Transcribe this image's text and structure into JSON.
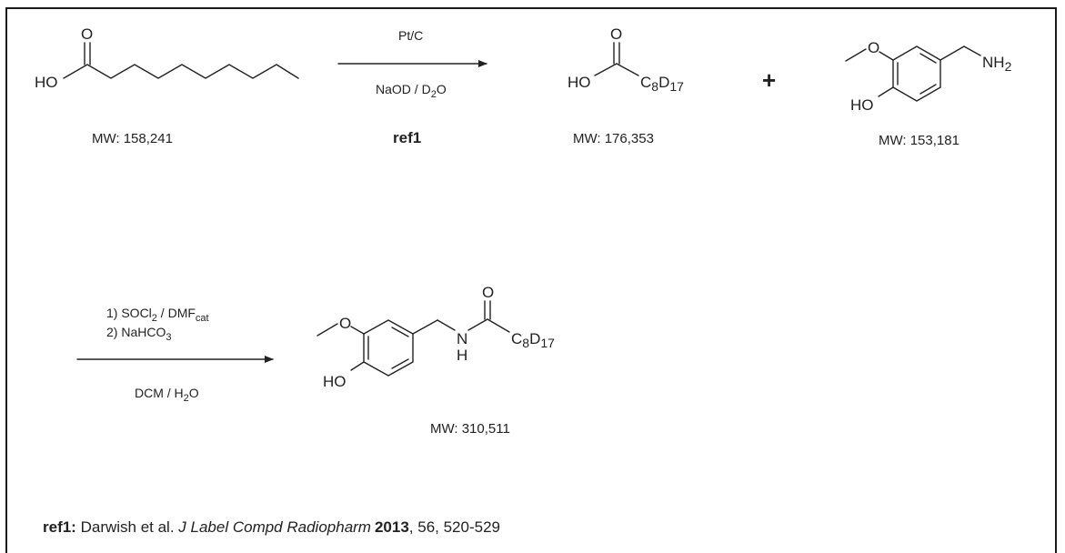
{
  "scheme": {
    "step1": {
      "reagent_top": "Pt/C",
      "reagent_bottom_pre": "NaOD / D",
      "reagent_bottom_sub": "2",
      "reagent_bottom_post": "O",
      "ref_label": "ref1"
    },
    "step2": {
      "line1": "1) SOCl",
      "line1_sub": "2",
      "line1_mid": " / DMF",
      "line1_sub2": "cat",
      "line2": "2) NaHCO",
      "line2_sub": "3",
      "below_pre": "DCM / H",
      "below_sub": "2",
      "below_post": "O"
    },
    "plus": "+",
    "compounds": {
      "nonanoic_acid": {
        "ho": "HO",
        "o": "O",
        "mw": "MW: 158,241"
      },
      "deuterated_acid": {
        "ho": "HO",
        "o": "O",
        "chain_c": "C",
        "chain_c_sub": "8",
        "chain_d": "D",
        "chain_d_sub": "17",
        "mw": "MW: 176,353"
      },
      "vanillylamine": {
        "o_methoxy": "O",
        "ho": "HO",
        "nh": "NH",
        "nh_sub": "2",
        "mw": "MW: 153,181"
      },
      "product": {
        "o_methoxy": "O",
        "ho": "HO",
        "n": "N",
        "h": "H",
        "o": "O",
        "chain_c": "C",
        "chain_c_sub": "8",
        "chain_d": "D",
        "chain_d_sub": "17",
        "mw": "MW: 310,511"
      }
    },
    "reference": {
      "label": "ref1:",
      "authors": " Darwish et al. ",
      "journal": "J Label Compd Radiopharm",
      "year": "2013",
      "rest": ", 56, 520-529"
    }
  }
}
